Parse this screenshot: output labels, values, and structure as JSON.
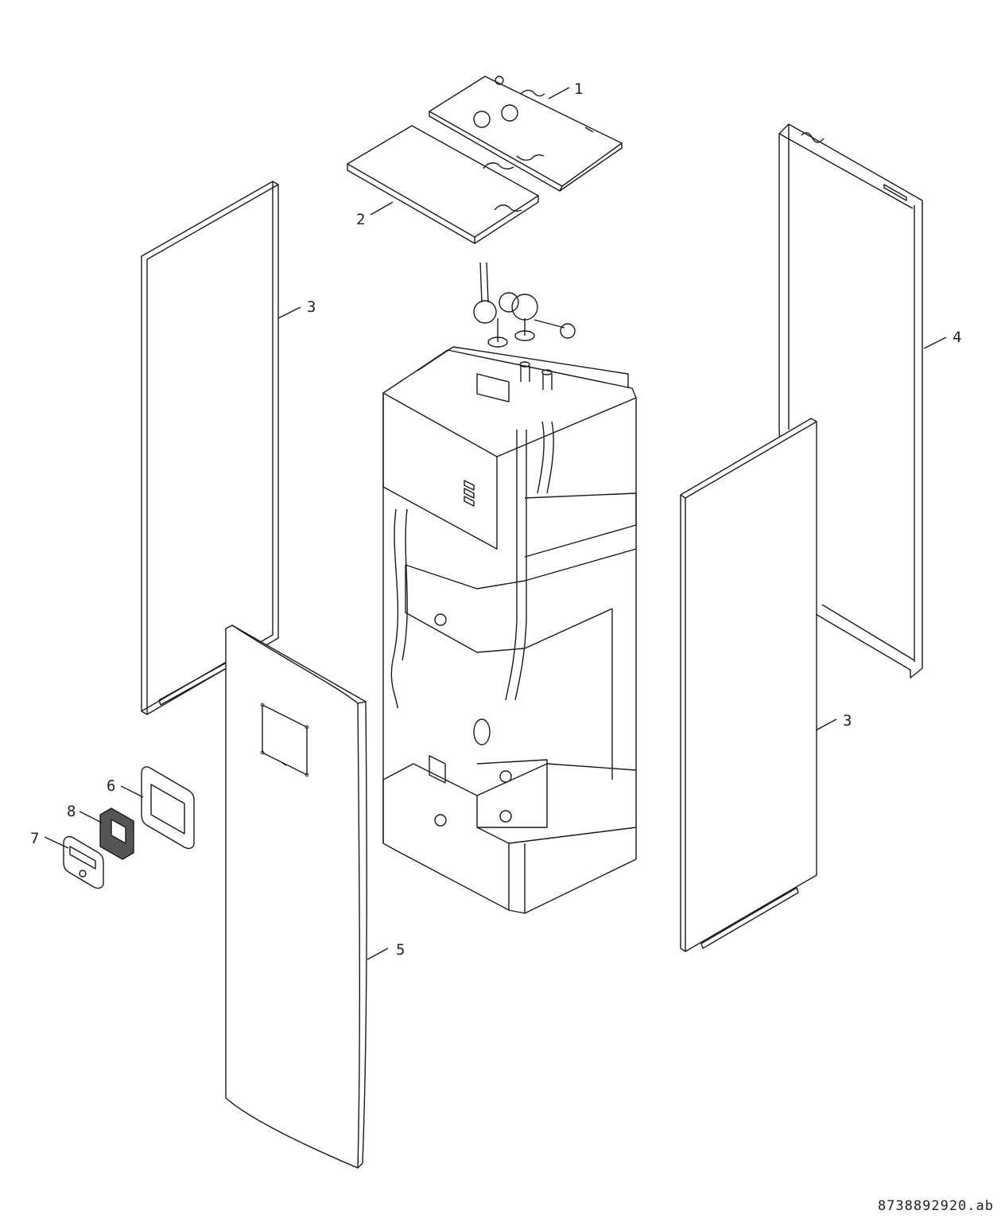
{
  "drawing": {
    "doc_id": "8738892920.ab",
    "callouts": [
      "1",
      "2",
      "3",
      "4",
      "3",
      "5",
      "6",
      "8",
      "7"
    ]
  }
}
